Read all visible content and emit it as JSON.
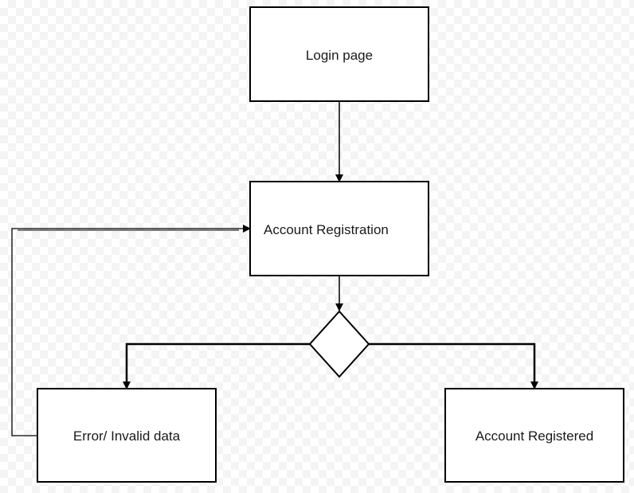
{
  "diagram": {
    "nodes": {
      "login": {
        "label": "Login page"
      },
      "registration": {
        "label": "Account Registration"
      },
      "decision": {
        "label": ""
      },
      "error": {
        "label": "Error/ Invalid data"
      },
      "registered": {
        "label": "Account Registered"
      }
    },
    "edges": [
      {
        "from": "login",
        "to": "registration"
      },
      {
        "from": "registration",
        "to": "decision"
      },
      {
        "from": "decision",
        "to": "error"
      },
      {
        "from": "decision",
        "to": "registered"
      },
      {
        "from": "error",
        "to": "registration"
      }
    ],
    "colors": {
      "stroke": "#000000",
      "fill": "#ffffff",
      "text": "#1a1a1a"
    }
  }
}
